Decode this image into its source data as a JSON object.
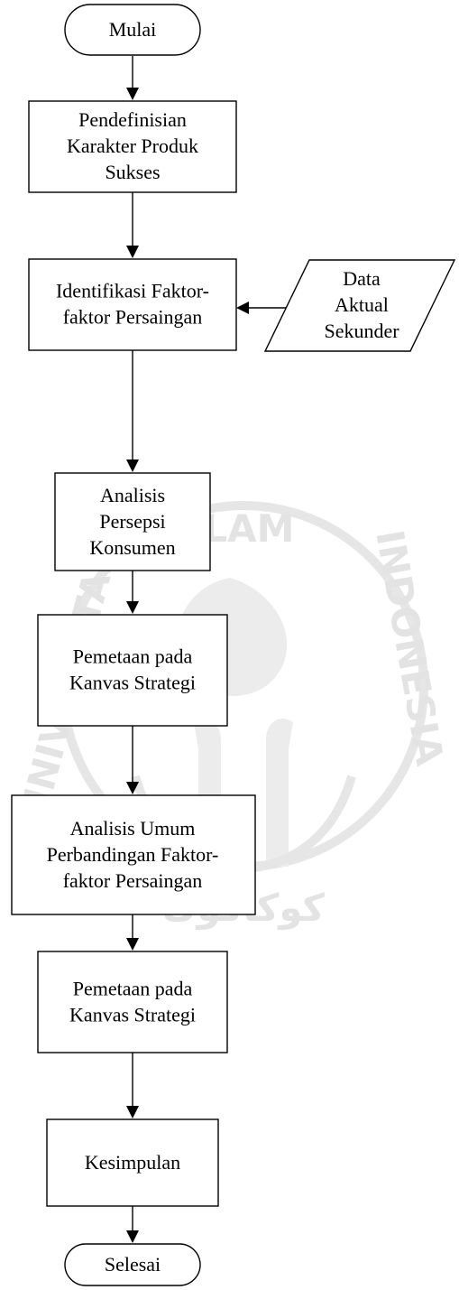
{
  "watermark": {
    "text_top": "ISLAM",
    "text_left": "UNIVERSITAS",
    "text_right": "INDONESIA",
    "text_bottom": "كوكاكوك"
  },
  "nodes": {
    "start": {
      "lines": [
        "Mulai"
      ]
    },
    "step1": {
      "lines": [
        "Pendefinisian",
        "Karakter Produk",
        "Sukses"
      ]
    },
    "step2": {
      "lines": [
        "Identifikasi Faktor-",
        "faktor Persaingan"
      ]
    },
    "data_input": {
      "lines": [
        "Data",
        "Aktual",
        "Sekunder"
      ]
    },
    "step3": {
      "lines": [
        "Analisis",
        "Persepsi",
        "Konsumen"
      ]
    },
    "step4": {
      "lines": [
        "Pemetaan pada",
        "Kanvas Strategi"
      ]
    },
    "step5": {
      "lines": [
        "Analisis Umum",
        "Perbandingan Faktor-",
        "faktor Persaingan"
      ]
    },
    "step6": {
      "lines": [
        "Pemetaan pada",
        "Kanvas Strategi"
      ]
    },
    "step7": {
      "lines": [
        "Kesimpulan"
      ]
    },
    "end": {
      "lines": [
        "Selesai"
      ]
    }
  }
}
